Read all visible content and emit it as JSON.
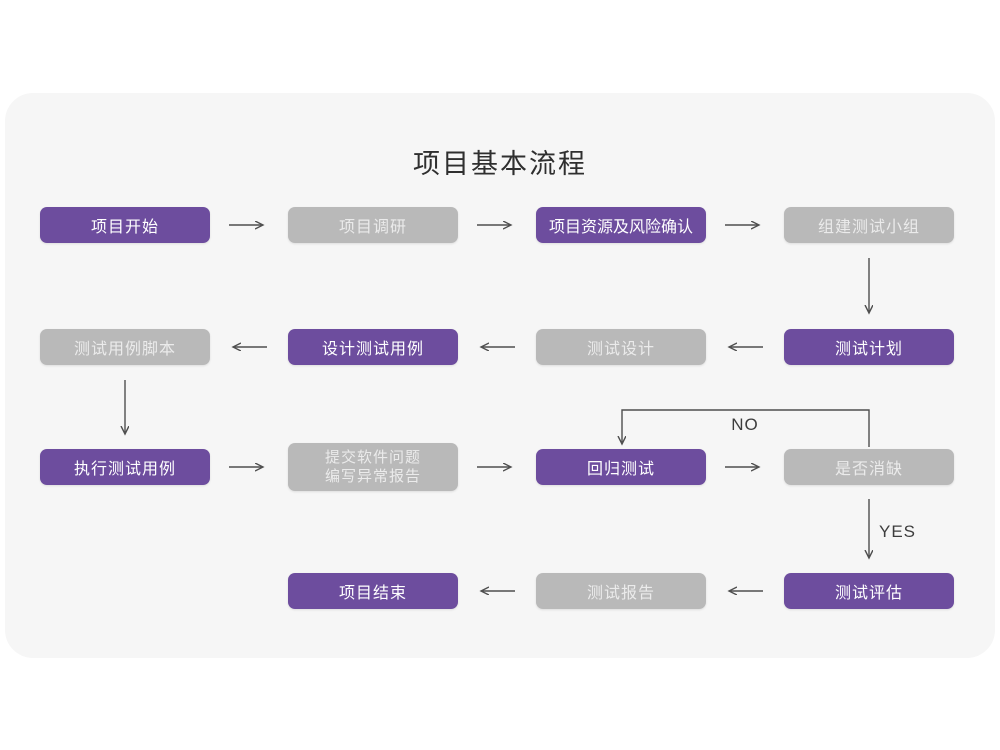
{
  "title": "项目基本流程",
  "colors": {
    "accent_purple": "#6d4d9e",
    "inactive_gray": "#b9b9b9",
    "card_background": "#f6f6f6",
    "arrow": "#4f4f4f"
  },
  "nodes": {
    "project_start": {
      "label": "项目开始"
    },
    "project_research": {
      "label": "项目调研"
    },
    "resources_risk": {
      "label": "项目资源及风险确认"
    },
    "build_test_team": {
      "label": "组建测试小组"
    },
    "test_plan": {
      "label": "测试计划"
    },
    "test_design": {
      "label": "测试设计"
    },
    "design_test_cases": {
      "label": "设计测试用例"
    },
    "test_case_script": {
      "label": "测试用例脚本"
    },
    "execute_test_cases": {
      "label": "执行测试用例"
    },
    "submit_issues": {
      "line1": "提交软件问题",
      "line2": "编写异常报告"
    },
    "regression_test": {
      "label": "回归测试"
    },
    "defect_cleared": {
      "label": "是否消缺"
    },
    "test_evaluation": {
      "label": "测试评估"
    },
    "test_report": {
      "label": "测试报告"
    },
    "project_end": {
      "label": "项目结束"
    }
  },
  "edge_labels": {
    "no": "NO",
    "yes": "YES"
  }
}
